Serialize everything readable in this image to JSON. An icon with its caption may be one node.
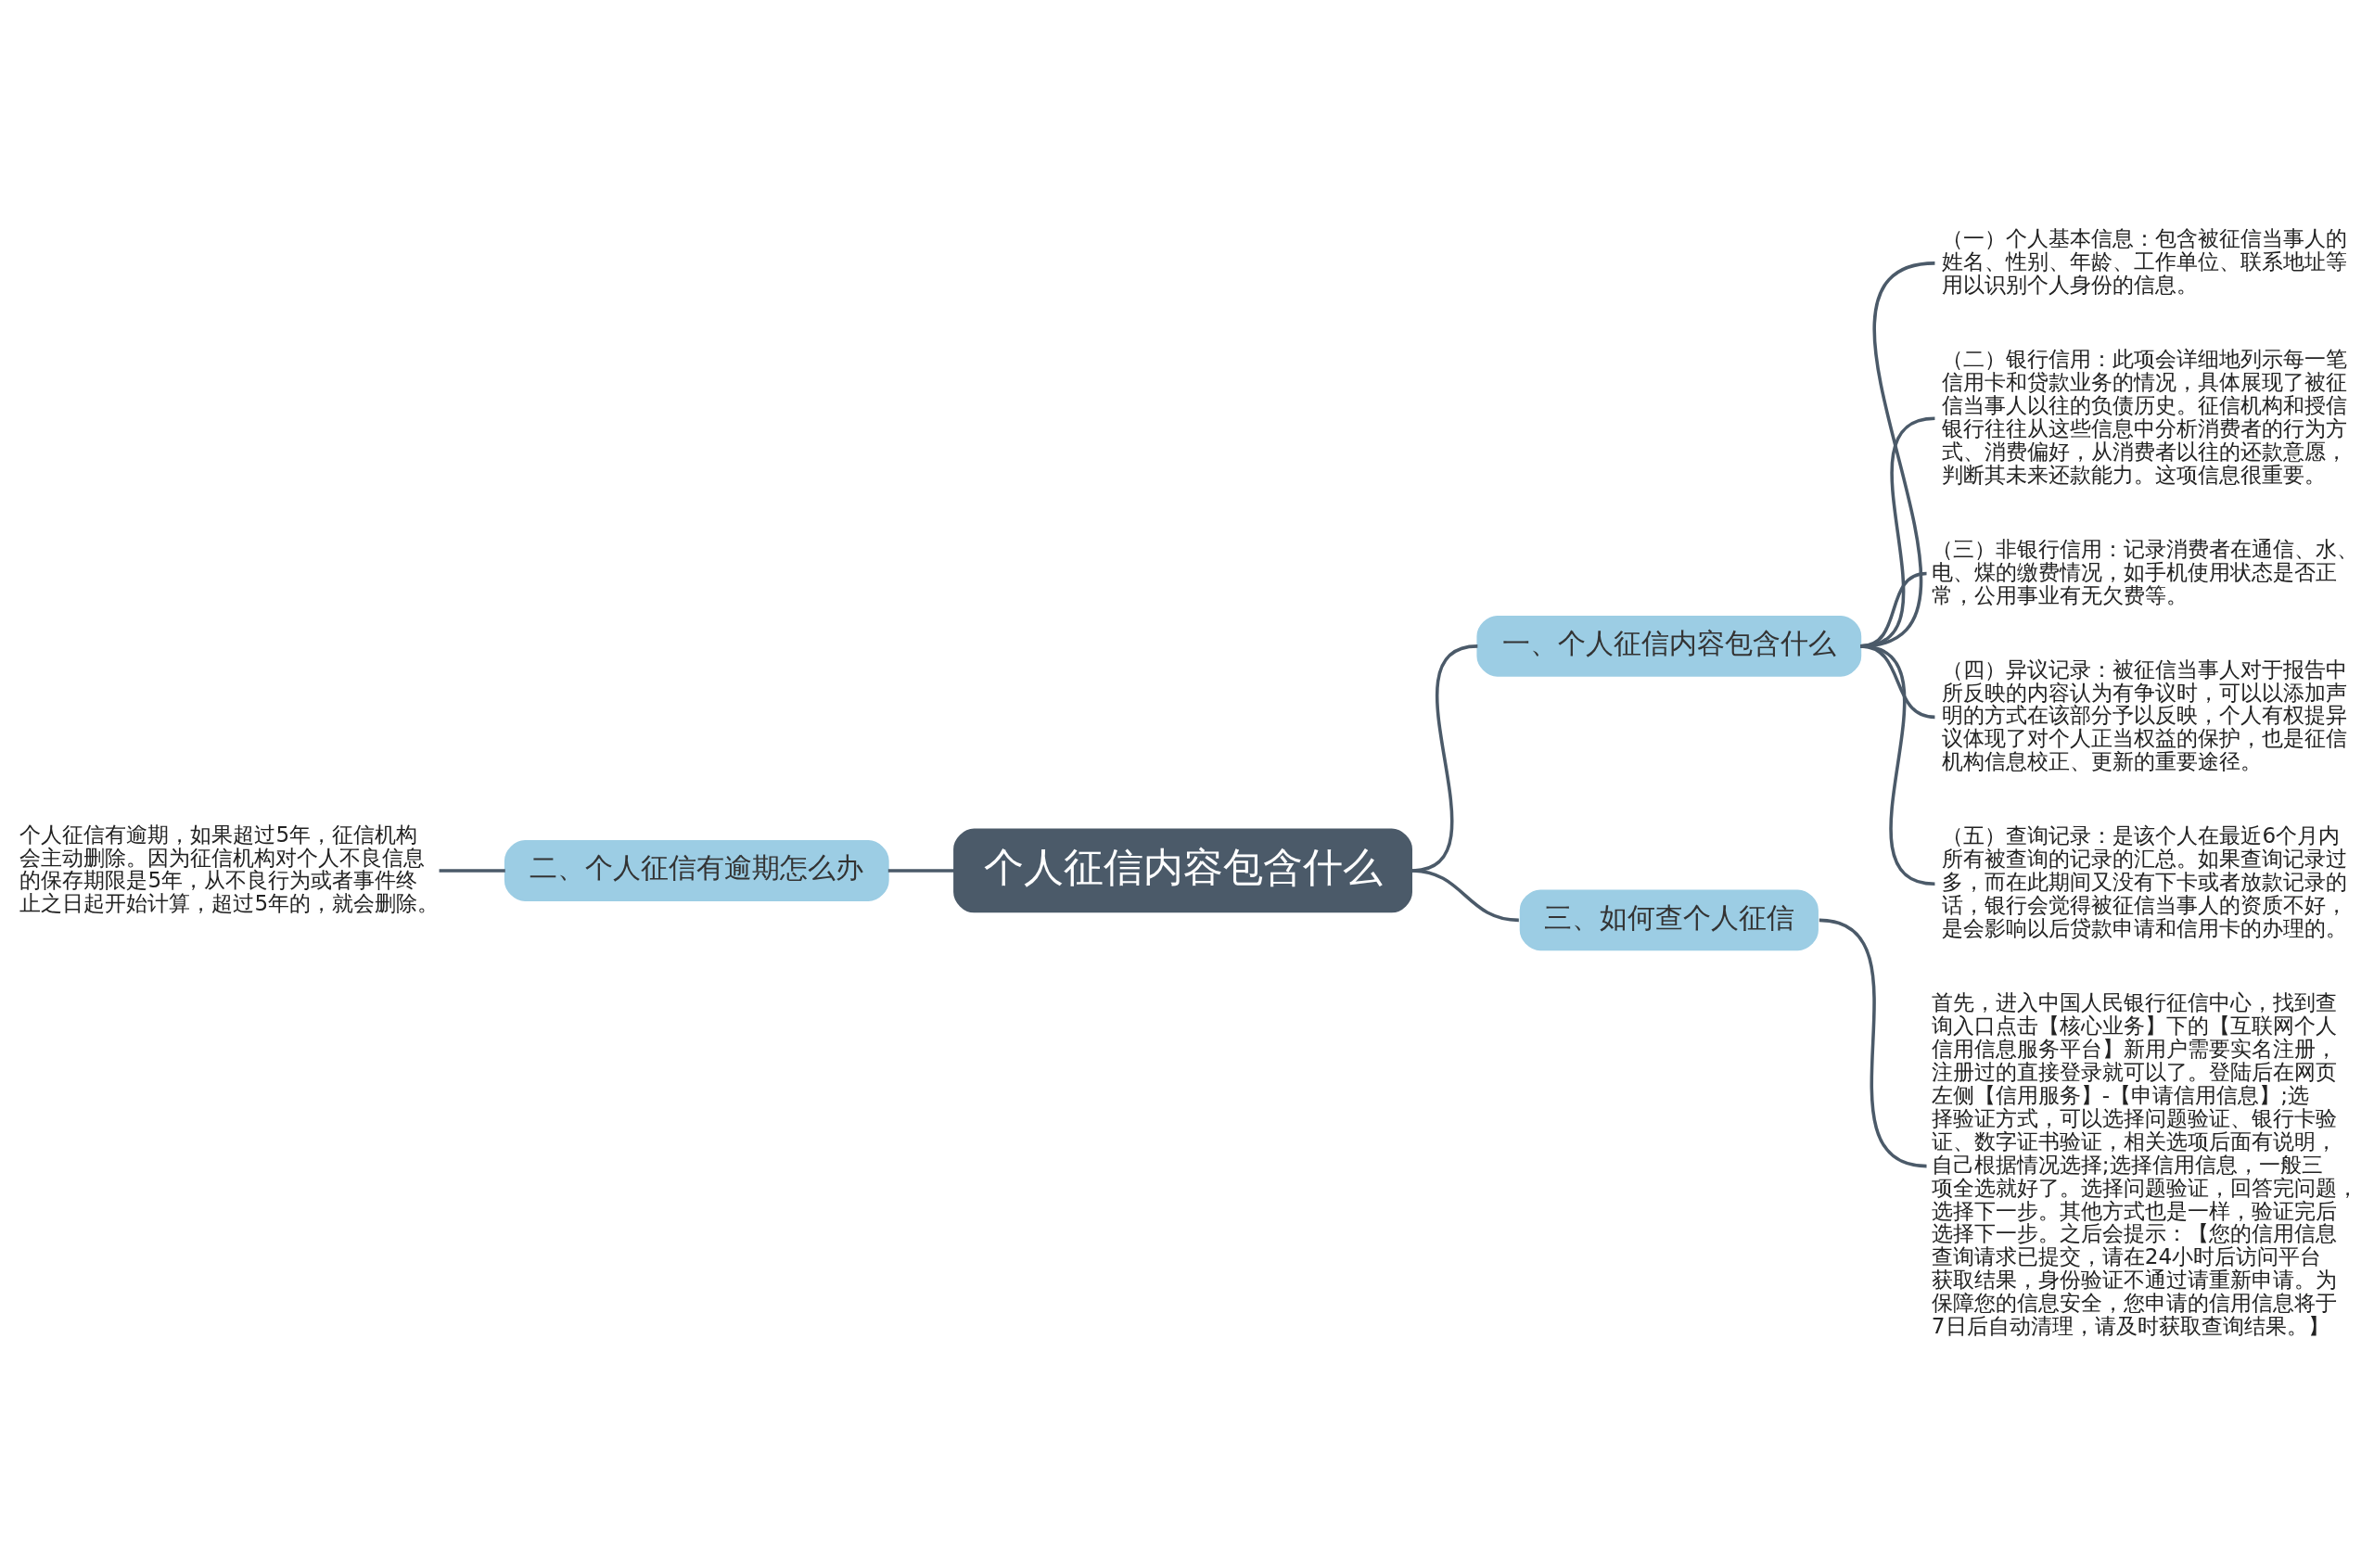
{
  "diagram": {
    "nodes": [
      {
        "text": [
          "个人征信内容包含什么"
        ]
      },
      {
        "text": [
          "一、个人征信内容包含什么"
        ]
      },
      {
        "text": [
          "（一）个人基本信息：包含被征信当事人的姓名、性别、年龄、工作单位、联系地址等用以识别个人身份的信息。"
        ]
      },
      {
        "text": [
          "（二）银行信用：此项会详细地列示每一笔信用卡和贷款业务的情况，具体展现了被征信当事人以往的负债历史。征信机构和授信银行往往从这些信息中分析消费者的行为方式、消费偏好，从消费者以往的还款意愿，判断其未来还款能力。这项信息很重要。"
        ]
      },
      {
        "text": [
          "（三）非银行信用：记录消费者在通信、水、电、煤的缴费情况，如手机使用状态是否正常，公用事业有无欠费等。"
        ]
      },
      {
        "text": [
          "（四）异议记录：被征信当事人对于报告中所反映的内容认为有争议时，可以以添加声明的方式在该部分予以反映，个人有权提异议体现了对个人正当权益的保护，也是征信机构信息校正、更新的重要途径。"
        ]
      },
      {
        "text": [
          "（五）查询记录：是该个人在最近6个月内所有被查询的记录的汇总。如果查询记录过多，而在此期间又没有下卡或者放款记录的话，银行会觉得被征信当事人的资质不好，是会影响以后贷款申请和信用卡的办理的。"
        ]
      },
      {
        "text": [
          "二、个人征信有逾期怎么办"
        ]
      },
      {
        "text": [
          "个人征信有逾期，如果超过5年，征信机构会主动删除。因为征信机构对个人不良信息的保存期限是5年，从不良行为或者事件终止之日起开始计算，超过5年的，就会删除。"
        ]
      },
      {
        "text": [
          "三、如何查个人征信"
        ]
      },
      {
        "text": [
          "首先，进入中国人民银行征信中心，找到查询入口点击【核心业务】下的【互联网个人信用信息服务平台】新用户需要实名注册，注册过的直接登录就可以了。登陆后在网页左侧【信用服务】-【申请信用信息】;选择验证方式，可以选择问题验证、银行卡验证、数字证书验证，相关选项后面有说明，自己根据情况选择;选择信用信息，一般三项全选就好了。选择问题验证，回答完问题，选择下一步。其他方式也是一样，验证完后选择下一步。之后会提示：【您的信用信息查询请求已提交，请在24小时后访问平台获取结果，身份验证不通过请重新申请。为保障您的信息安全，您申请的信用信息将于7日后自动清理，请及时获取查询结果。】"
        ]
      }
    ],
    "edges": [
      {
        "from": 0,
        "to": 1,
        "arrow": "none"
      },
      {
        "from": 1,
        "to": 2,
        "arrow": "none"
      },
      {
        "from": 1,
        "to": 3,
        "arrow": "none"
      },
      {
        "from": 1,
        "to": 4,
        "arrow": "none"
      },
      {
        "from": 1,
        "to": 5,
        "arrow": "none"
      },
      {
        "from": 1,
        "to": 6,
        "arrow": "none"
      },
      {
        "from": 0,
        "to": 7,
        "arrow": "none"
      },
      {
        "from": 7,
        "to": 8,
        "arrow": "none"
      },
      {
        "from": 0,
        "to": 9,
        "arrow": "none"
      },
      {
        "from": 9,
        "to": 10,
        "arrow": "none"
      }
    ]
  }
}
